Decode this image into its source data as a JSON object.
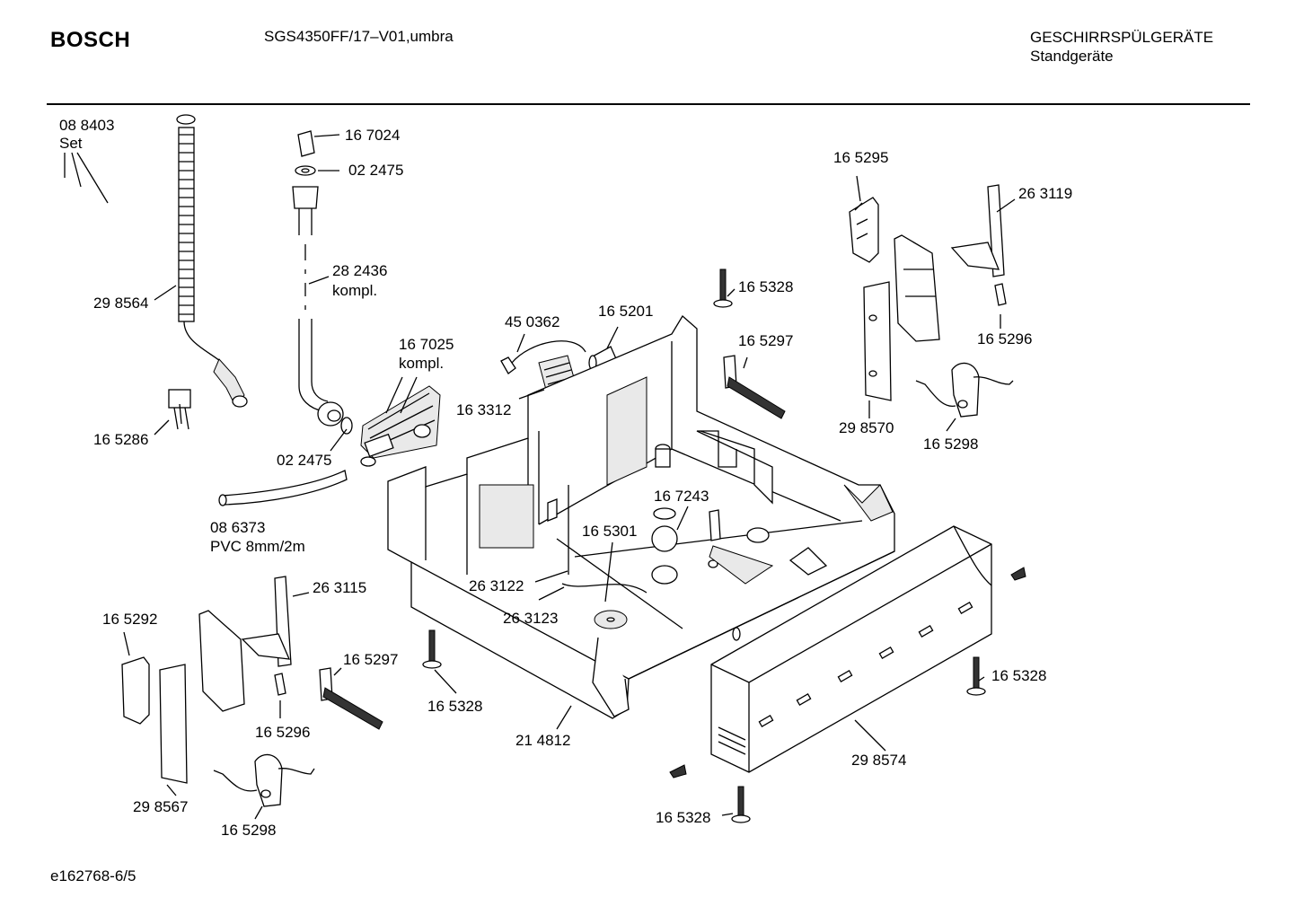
{
  "header": {
    "brand": "BOSCH",
    "model": "SGS4350FF/17–V01,umbra",
    "category": "GESCHIRRSPÜLGERÄTE",
    "subcategory": "Standgeräte"
  },
  "footer": {
    "code": "e162768-6/5"
  },
  "labels": [
    "08 8403",
    "Set",
    "29 8564",
    "16 5286",
    "16 7024",
    "02 2475",
    "28 2436",
    "kompl.",
    "16 7025",
    "kompl.",
    "02 2475",
    "08 6373",
    "PVC 8mm/2m",
    "45 0362",
    "16 5201",
    "16 3312",
    "16 5328",
    "16 5297",
    "16 5295",
    "26 3119",
    "16 5296",
    "29 8570",
    "16 5298",
    "16 7243",
    "16 5301",
    "26 3122",
    "26 3123",
    "16 5292",
    "26 3115",
    "16 5297",
    "16 5296",
    "29 8567",
    "16 5298",
    "16 5328",
    "21 4812",
    "16 5328",
    "29 8574",
    "16 5328"
  ]
}
